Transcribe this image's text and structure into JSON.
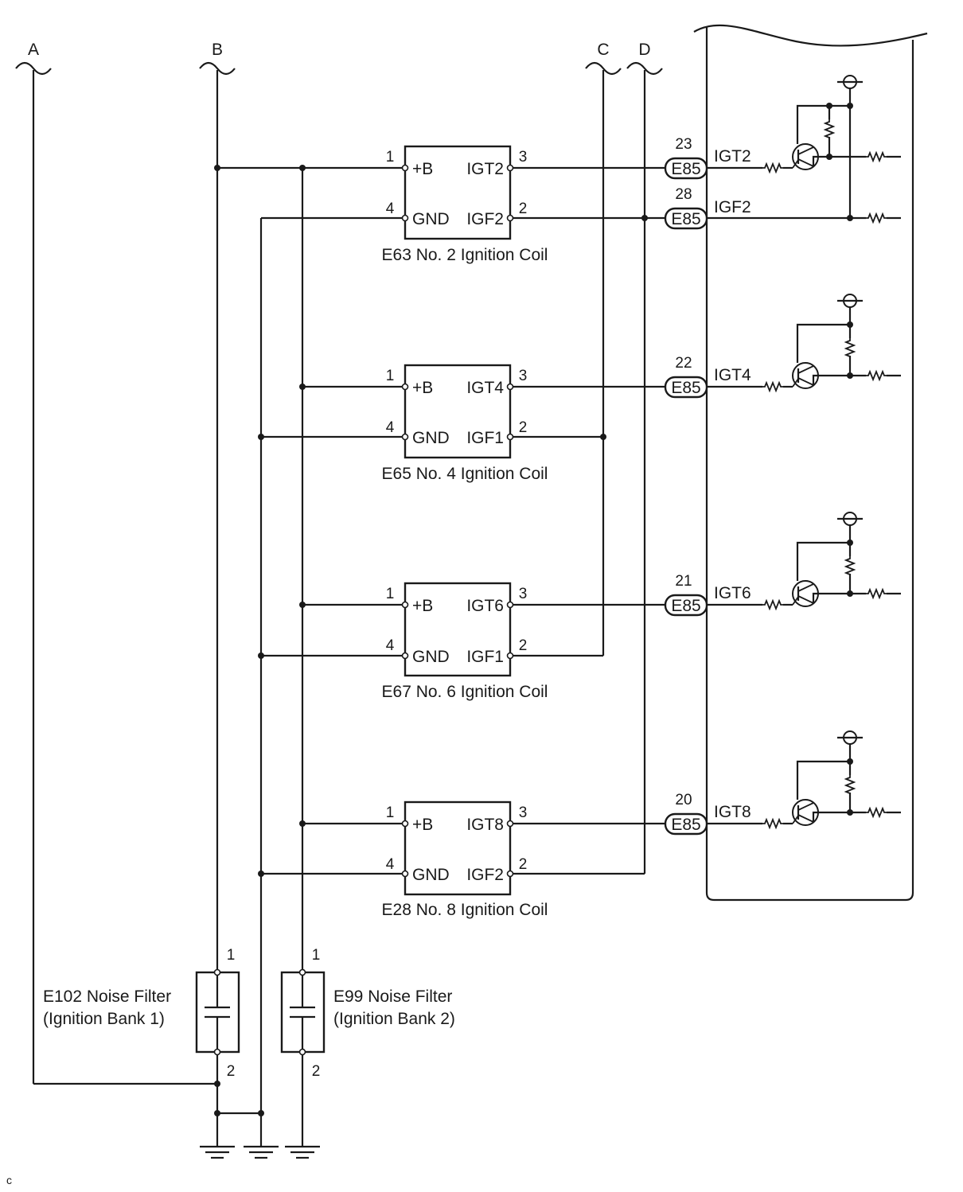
{
  "buses": [
    "A",
    "B",
    "C",
    "D"
  ],
  "coils": [
    {
      "name": "E63 No. 2 Ignition Coil",
      "pin_b": "+B",
      "pin_gnd": "GND",
      "pin_igt": "IGT2",
      "pin_igf": "IGF2",
      "n1": "1",
      "n4": "4",
      "n3": "3",
      "n2": "2"
    },
    {
      "name": "E65 No. 4 Ignition Coil",
      "pin_b": "+B",
      "pin_gnd": "GND",
      "pin_igt": "IGT4",
      "pin_igf": "IGF1",
      "n1": "1",
      "n4": "4",
      "n3": "3",
      "n2": "2"
    },
    {
      "name": "E67 No. 6 Ignition Coil",
      "pin_b": "+B",
      "pin_gnd": "GND",
      "pin_igt": "IGT6",
      "pin_igf": "IGF1",
      "n1": "1",
      "n4": "4",
      "n3": "3",
      "n2": "2"
    },
    {
      "name": "E28 No. 8 Ignition Coil",
      "pin_b": "+B",
      "pin_gnd": "GND",
      "pin_igt": "IGT8",
      "pin_igf": "IGF2",
      "n1": "1",
      "n4": "4",
      "n3": "3",
      "n2": "2"
    }
  ],
  "ecu_connectors": [
    {
      "pin": "23",
      "connector": "E85",
      "signal": "IGT2"
    },
    {
      "pin": "28",
      "connector": "E85",
      "signal": "IGF2"
    },
    {
      "pin": "22",
      "connector": "E85",
      "signal": "IGT4"
    },
    {
      "pin": "21",
      "connector": "E85",
      "signal": "IGT6"
    },
    {
      "pin": "20",
      "connector": "E85",
      "signal": "IGT8"
    }
  ],
  "filters": [
    {
      "line1": "E102 Noise Filter",
      "line2": "(Ignition Bank 1)",
      "top_pin": "1",
      "bottom_pin": "2"
    },
    {
      "line1": "E99 Noise Filter",
      "line2": "(Ignition Bank 2)",
      "top_pin": "1",
      "bottom_pin": "2"
    }
  ],
  "corner_mark": "c"
}
